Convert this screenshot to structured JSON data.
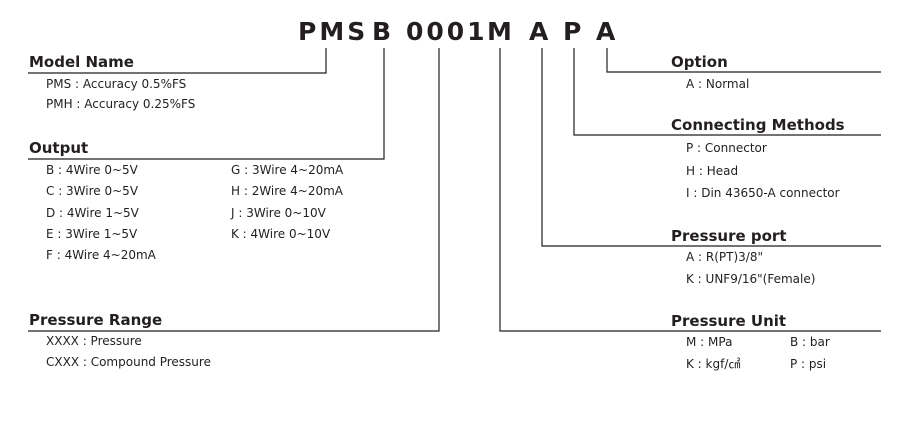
{
  "model_code": {
    "prefix": "PMS",
    "output": "B",
    "range": "0001",
    "unit": "M",
    "port": "A",
    "connect": "P",
    "option": "A"
  },
  "model_name": {
    "heading": "Model Name",
    "items": [
      "PMS : Accuracy 0.5%FS",
      "PMH : Accuracy 0.25%FS"
    ]
  },
  "output": {
    "heading": "Output",
    "left_items": [
      "B : 4Wire 0~5V",
      "C : 3Wire 0~5V",
      "D : 4Wire 1~5V",
      "E : 3Wire 1~5V",
      "F : 4Wire 4~20mA"
    ],
    "right_items": [
      "G : 3Wire 4~20mA",
      "H : 2Wire 4~20mA",
      "J : 3Wire 0~10V",
      "K : 4Wire 0~10V"
    ]
  },
  "pressure_range": {
    "heading": "Pressure Range",
    "items": [
      "XXXX : Pressure",
      "CXXX : Compound Pressure"
    ]
  },
  "option": {
    "heading": "Option",
    "items": [
      "A : Normal"
    ]
  },
  "connecting_methods": {
    "heading": "Connecting Methods",
    "items": [
      "P : Connector",
      "H : Head",
      "I : Din 43650-A connector"
    ]
  },
  "pressure_port": {
    "heading": "Pressure port",
    "items": [
      "A : R(PT)3/8\"",
      "K : UNF9/16\"(Female)"
    ]
  },
  "pressure_unit": {
    "heading": "Pressure Unit",
    "left_items": [
      "M : MPa",
      "K : kgf/㎠"
    ],
    "right_items": [
      "B : bar",
      "P : psi"
    ]
  }
}
